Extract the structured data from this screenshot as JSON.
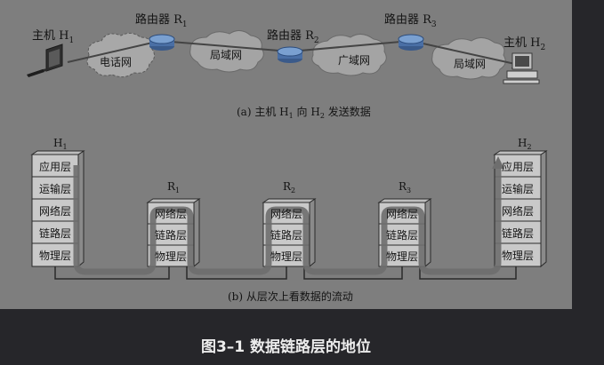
{
  "top": {
    "host1": "主机 H",
    "host1_sub": "1",
    "host2": "主机  H",
    "host2_sub": "2",
    "router1": "路由器 R",
    "router1_sub": "1",
    "router2": "路由器 R",
    "router2_sub": "2",
    "router3": "路由器 R",
    "router3_sub": "3",
    "phone_net": "电话网",
    "lan1": "局域网",
    "wan": "广域网",
    "lan2": "局域网",
    "caption_a_pre": "(a) 主机 H",
    "caption_a_sub1": "1",
    "caption_a_mid": " 向 H",
    "caption_a_sub2": "2",
    "caption_a_post": " 发送数据"
  },
  "bottom": {
    "h1_label": "H",
    "h1_sub": "1",
    "h2_label": "H",
    "h2_sub": "2",
    "r1_label": "R",
    "r1_sub": "1",
    "r2_label": "R",
    "r2_sub": "2",
    "r3_label": "R",
    "r3_sub": "3",
    "host_layers": [
      "应用层",
      "运输层",
      "网络层",
      "链路层",
      "物理层"
    ],
    "router_layers": [
      "网络层",
      "链路层",
      "物理层"
    ],
    "caption_b": "(b) 从层次上看数据的流动"
  },
  "figure_caption": "图3–1 数据链路层的地位"
}
